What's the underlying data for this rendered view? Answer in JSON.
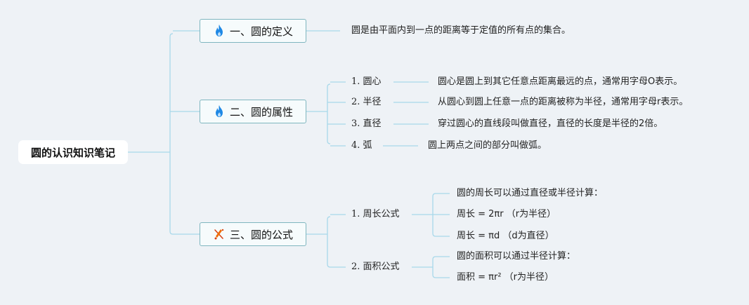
{
  "root": {
    "title": "圆的认识知识笔记"
  },
  "sections": [
    {
      "title": "一、圆的定义",
      "icon": "fire-icon",
      "children": [
        {
          "text": "圆是由平面内到一点的距离等于定值的所有点的集合。"
        }
      ]
    },
    {
      "title": "二、圆的属性",
      "icon": "fire-icon",
      "children": [
        {
          "label": "1. 圆心",
          "detail": "圆心是圆上到其它任意点距离最远的点，通常用字母O表示。"
        },
        {
          "label": "2. 半径",
          "detail": "从圆心到圆上任意一点的距离被称为半径，通常用字母r表示。"
        },
        {
          "label": "3. 直径",
          "detail": "穿过圆心的直线段叫做直径，直径的长度是半径的2倍。"
        },
        {
          "label": "4. 弧",
          "detail": "圆上两点之间的部分叫做弧。"
        }
      ]
    },
    {
      "title": "三、圆的公式",
      "icon": "tools-icon",
      "children": [
        {
          "label": "1. 周长公式",
          "details": [
            "圆的周长可以通过直径或半径计算：",
            "周长 = 2πr （r为半径）",
            "周长 = πd （d为直径）"
          ]
        },
        {
          "label": "2. 面积公式",
          "details": [
            "圆的面积可以通过半径计算：",
            "面积 = πr² （r为半径）"
          ]
        }
      ]
    }
  ],
  "colors": {
    "connector": "#a8d8ea",
    "node_border": "#7fb6bf",
    "background": "#eef2f6",
    "fire": "#1e88e5",
    "tools": "#d84315"
  }
}
